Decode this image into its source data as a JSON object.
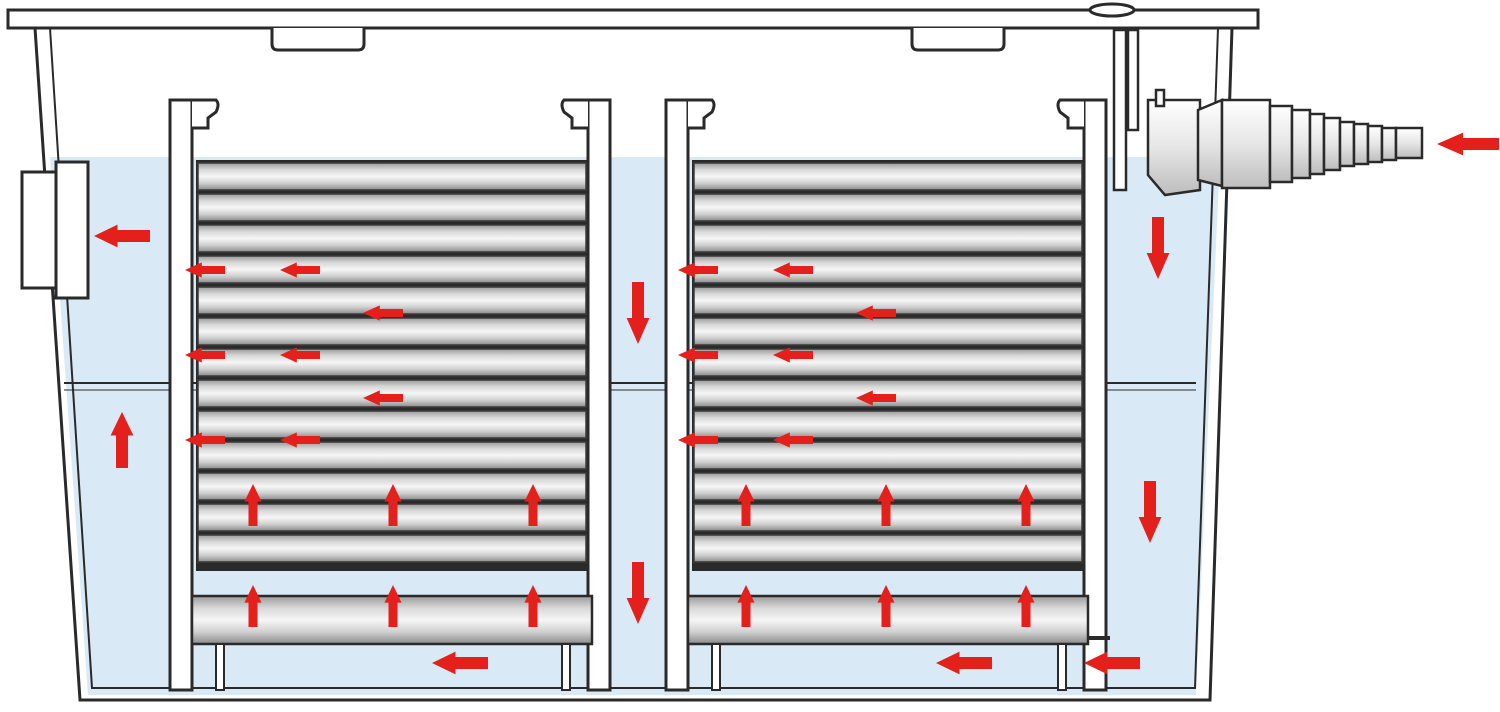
{
  "diagram": {
    "kind": "filter-flow-cutaway",
    "colors": {
      "water": "#d9e9f6",
      "outline": "#2a2a2a",
      "housing": "#ffffff",
      "arrow": "#e3201b",
      "media_light": "#f2f2f2",
      "media_mid": "#cfcfcf",
      "media_dark": "#8f8f8f"
    },
    "chambers": [
      {
        "id": "outlet-chamber",
        "flow": [
          "up",
          "left"
        ]
      },
      {
        "id": "filter-chamber-1",
        "flow": [
          "left",
          "up"
        ]
      },
      {
        "id": "transfer-chamber",
        "flow": [
          "down"
        ]
      },
      {
        "id": "filter-chamber-2",
        "flow": [
          "left",
          "up"
        ]
      },
      {
        "id": "inlet-chamber",
        "flow": [
          "down",
          "left"
        ]
      }
    ],
    "inlet_icon": "hose-connector-icon",
    "outlet_icon": "outlet-port-icon"
  }
}
